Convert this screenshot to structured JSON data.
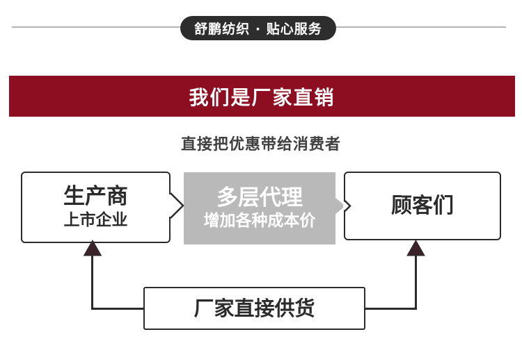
{
  "header": {
    "badge_label": "舒鹏纺织 · 贴心服务"
  },
  "banner": {
    "title": "我们是厂家直销"
  },
  "subtitle": "直接把优惠带给消费者",
  "diagram": {
    "producer_box": {
      "title": "生产商",
      "subtitle": "上市企业"
    },
    "agents_box": {
      "title": "多层代理",
      "subtitle": "增加各种成本价"
    },
    "customers_box": {
      "title": "顾客们"
    },
    "supply_box": {
      "title": "厂家直接供货"
    }
  },
  "colors": {
    "banner_bg": "#8d0e21",
    "badge_bg": "#2d2d2d",
    "agents_bg": "#b9b9b9",
    "box_border": "#2b2b2b",
    "arrowhead": "#3a2429",
    "divider_line": "#b3b3b3"
  }
}
